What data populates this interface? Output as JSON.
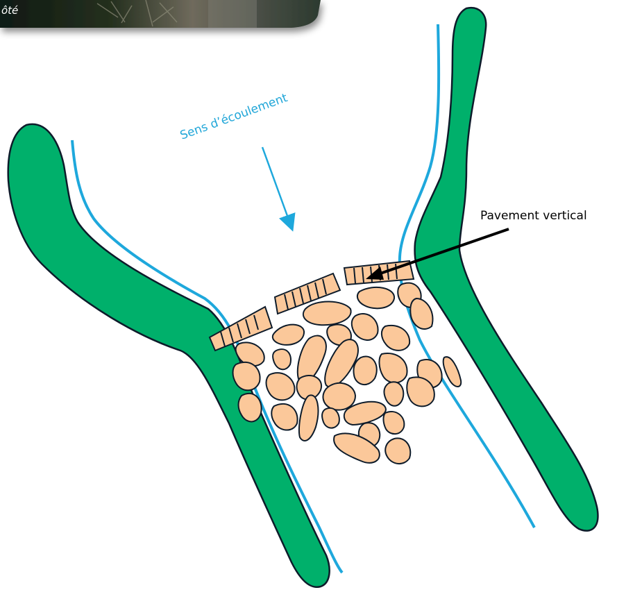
{
  "photo_caption": "ôté",
  "labels": {
    "flow_direction": "Sens d’écoulement",
    "callout": "Pavement vertical"
  },
  "colors": {
    "bank": "#00b06b",
    "water_line": "#1ea8dc",
    "stone_fill": "#fbc89a",
    "outline": "#0d1b2a",
    "arrow": "#000000"
  }
}
